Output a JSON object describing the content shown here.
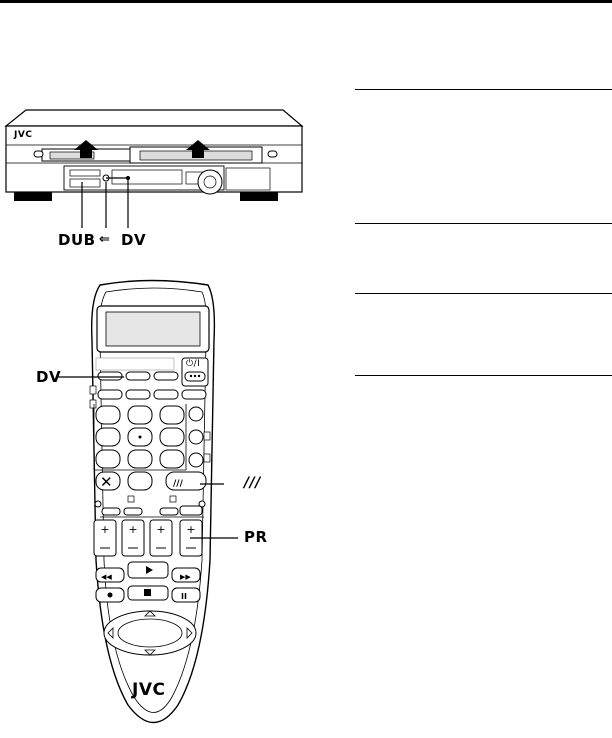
{
  "deck": {
    "brand": "JVC",
    "labels": {
      "dub": "DUB",
      "arrow": "⇐",
      "dv": "DV"
    }
  },
  "remote": {
    "brand": "JVC",
    "power_label": "⏻/I",
    "labels": {
      "dv": "DV",
      "slash": "///",
      "pr": "PR"
    }
  }
}
